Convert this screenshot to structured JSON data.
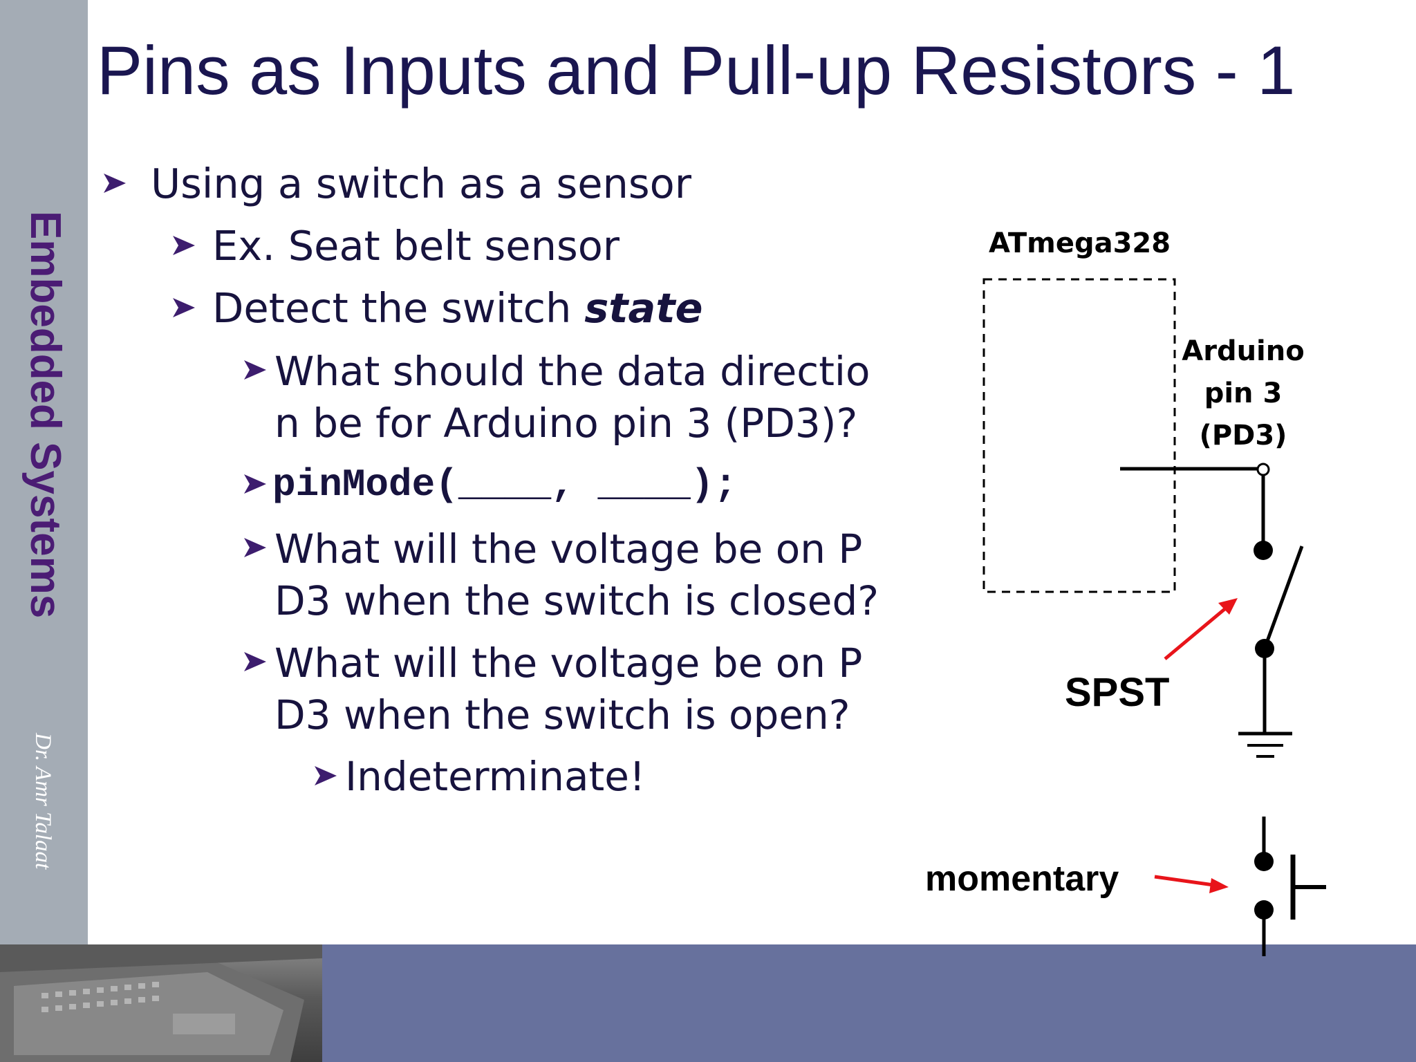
{
  "slide": {
    "title": "Pins as Inputs and Pull-up Resistors - 1",
    "sidebar_title": "Embedded Systems",
    "author": "Dr. Amr Talaat"
  },
  "bullets": {
    "b1": "Using a switch as a sensor",
    "b2": "Ex. Seat belt sensor",
    "b3_text": "Detect the switch ",
    "b3_emph": "state",
    "b4_line1": "What should the data directio",
    "b4_line2": "n be for Arduino pin 3 (PD3)?",
    "b5_code": "pinMode(____, ____);",
    "b6_line1": "What will the voltage be on P",
    "b6_line2": "D3 when the switch is closed?",
    "b7_line1": "What will the voltage be on P",
    "b7_line2": "D3 when the switch is open?",
    "b8": "Indeterminate!"
  },
  "circuit": {
    "chip_label": "ATmega328",
    "pin_label_1": "Arduino",
    "pin_label_2": "pin 3",
    "pin_label_3": "(PD3)",
    "spst_label": "SPST",
    "momentary_label": "momentary",
    "arrow_color": "#e8141a"
  },
  "colors": {
    "title": "#1a1650",
    "text": "#17133e",
    "bullet_arrow": "#3d1d6e",
    "sidebar": "#a4acb5",
    "bottom_band": "#67719d"
  }
}
